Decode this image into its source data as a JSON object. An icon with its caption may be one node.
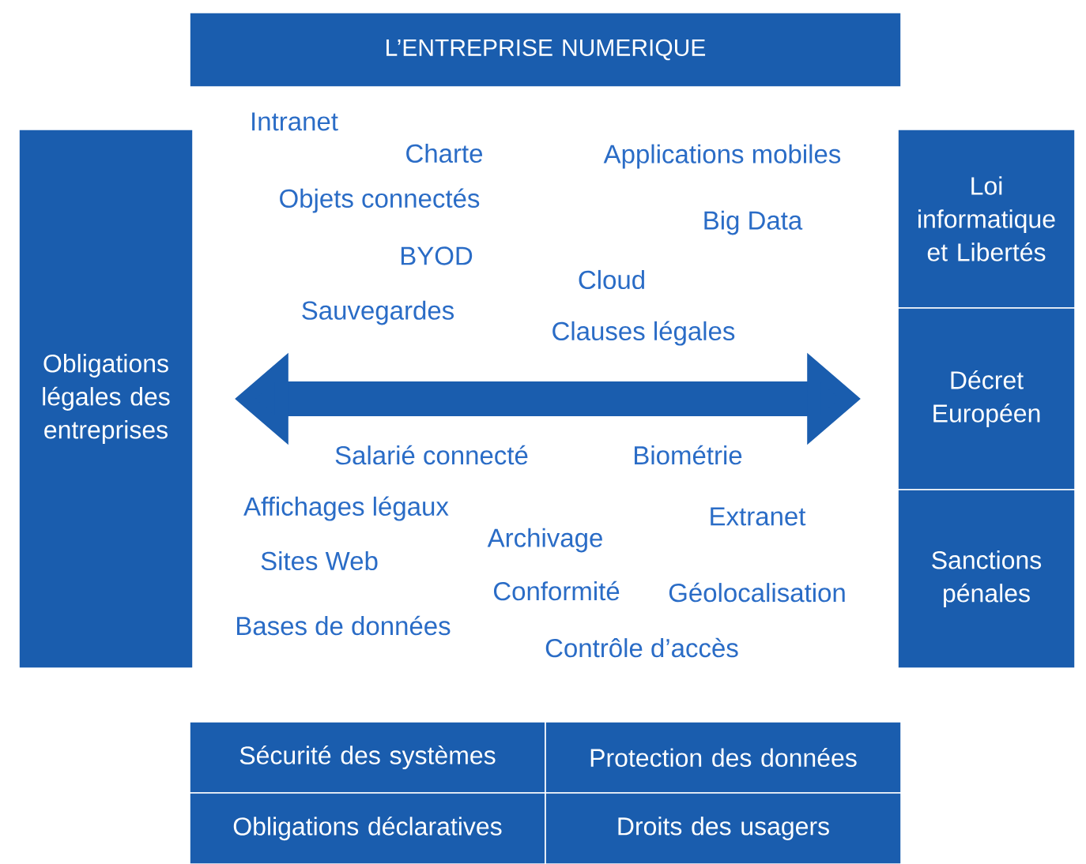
{
  "diagram": {
    "nodes": [
      {
        "text": [
          "L’ENTREPRISE NUMERIQUE"
        ]
      },
      {
        "text": [
          "Obligations légales des entreprises"
        ]
      },
      {
        "text": [
          "Loi informatique et Libertés"
        ]
      },
      {
        "text": [
          "Décret Européen"
        ]
      },
      {
        "text": [
          "Sanctions pénales"
        ]
      },
      {
        "text": [
          "Sécurité des systèmes"
        ]
      },
      {
        "text": [
          "Protection des données"
        ]
      },
      {
        "text": [
          "Obligations déclaratives"
        ]
      },
      {
        "text": [
          "Droits des usagers"
        ]
      }
    ],
    "edges": [
      {
        "from": 1,
        "to": 3,
        "arrow": "both"
      }
    ],
    "labels": [
      "Intranet",
      "Charte",
      "Applications mobiles",
      "Objets connectés",
      "Big Data",
      "BYOD",
      "Cloud",
      "Sauvegardes",
      "Clauses légales",
      "Salarié connecté",
      "Biométrie",
      "Affichages légaux",
      "Extranet",
      "Archivage",
      "Sites Web",
      "Conformité",
      "Géolocalisation",
      "Bases de données",
      "Contrôle d’accès"
    ]
  }
}
